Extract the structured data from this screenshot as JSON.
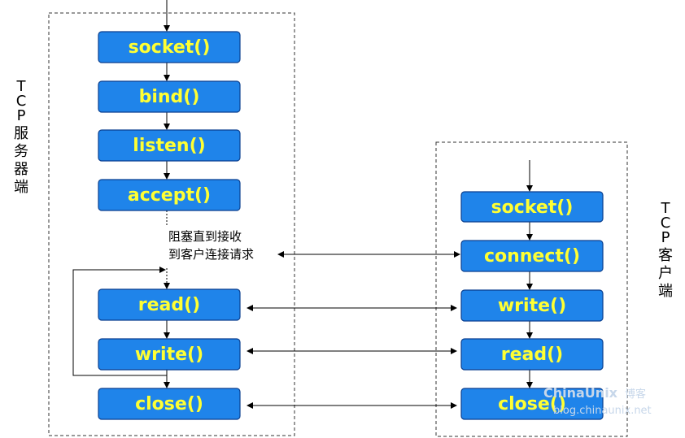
{
  "server": {
    "label_chars": [
      "T",
      "C",
      "P",
      "服",
      "务",
      "器",
      "端"
    ],
    "steps": [
      "socket()",
      "bind()",
      "listen()",
      "accept()",
      "read()",
      "write()",
      "close()"
    ]
  },
  "client": {
    "label_chars": [
      "T",
      "C",
      "P",
      "客",
      "户",
      "端"
    ],
    "steps": [
      "socket()",
      "connect()",
      "write()",
      "read()",
      "close()"
    ]
  },
  "note": {
    "line1": "阻塞直到接收",
    "line2": "到客户连接请求"
  },
  "watermark": {
    "brand": "ChinaUnix",
    "tag": "博客",
    "url": "blog.chinaunix.net"
  },
  "colors": {
    "box_fill": "#1f84ea",
    "box_text": "#ffff33"
  }
}
